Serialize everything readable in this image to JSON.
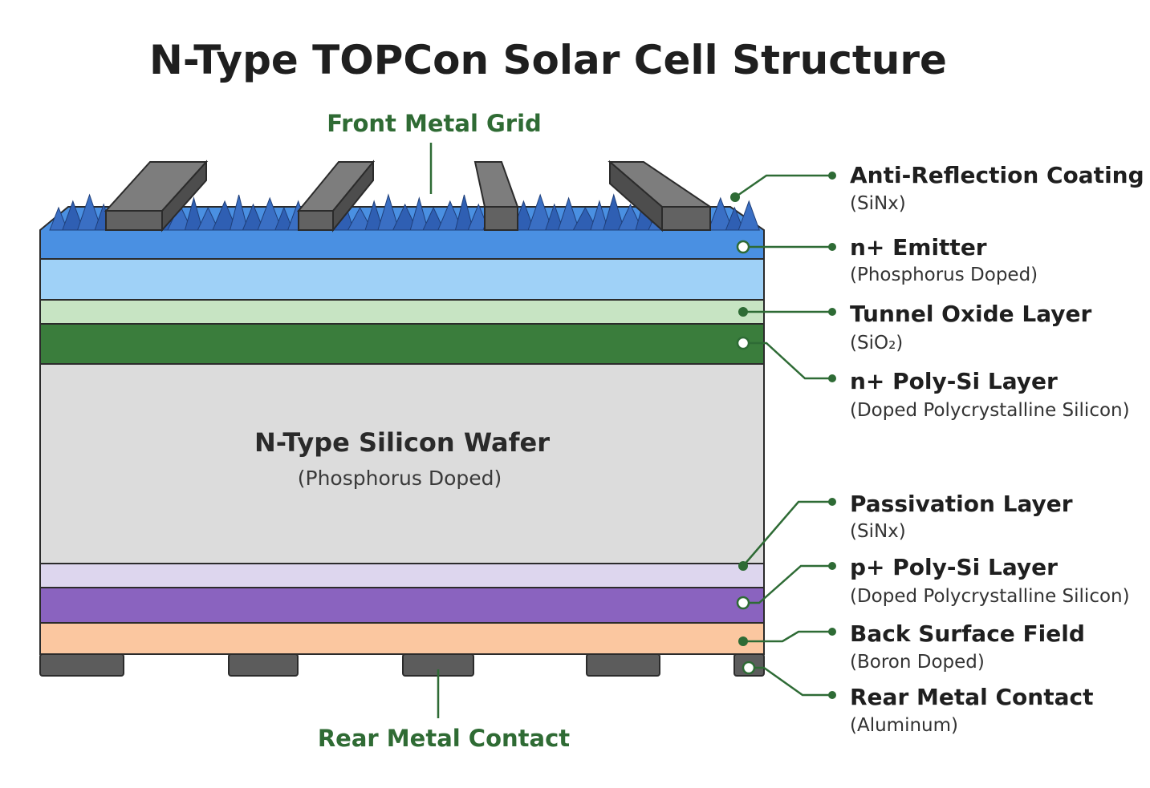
{
  "title": "N-Type TOPCon Solar Cell Structure",
  "front_grid_label": "Front Metal Grid",
  "rear_contact_label": "Rear Metal Contact",
  "wafer": {
    "title": "N-Type Silicon Wafer",
    "subtitle": "(Phosphorus Doped)"
  },
  "labels": [
    {
      "title": "Anti-Reflection Coating",
      "subtitle": "(SiNx)"
    },
    {
      "title": "n+ Emitter",
      "subtitle": "(Phosphorus Doped)"
    },
    {
      "title": "Tunnel Oxide Layer",
      "subtitle": "(SiO₂)"
    },
    {
      "title": "n+ Poly-Si Layer",
      "subtitle": "(Doped Polycrystalline Silicon)"
    },
    {
      "title": "Passivation Layer",
      "subtitle": "(SiNx)"
    },
    {
      "title": "p+ Poly-Si Layer",
      "subtitle": "(Doped Polycrystalline Silicon)"
    },
    {
      "title": "Back Surface Field",
      "subtitle": "(Boron Doped)"
    },
    {
      "title": "Rear Metal Contact",
      "subtitle": "(Aluminum)"
    }
  ],
  "colors": {
    "anti_reflection": "#4a90e2",
    "texture": "#2f5fb3",
    "emitter": "#9fd1f7",
    "tunnel_oxide": "#c7e4c3",
    "n_poly_si": "#3a7d3c",
    "wafer": "#dcdcdc",
    "passivation": "#ddd6ee",
    "p_poly_si": "#8a63bf",
    "back_surface_field": "#fbc7a0",
    "metal": "#6b6b6b",
    "leader": "#2e6b35"
  }
}
